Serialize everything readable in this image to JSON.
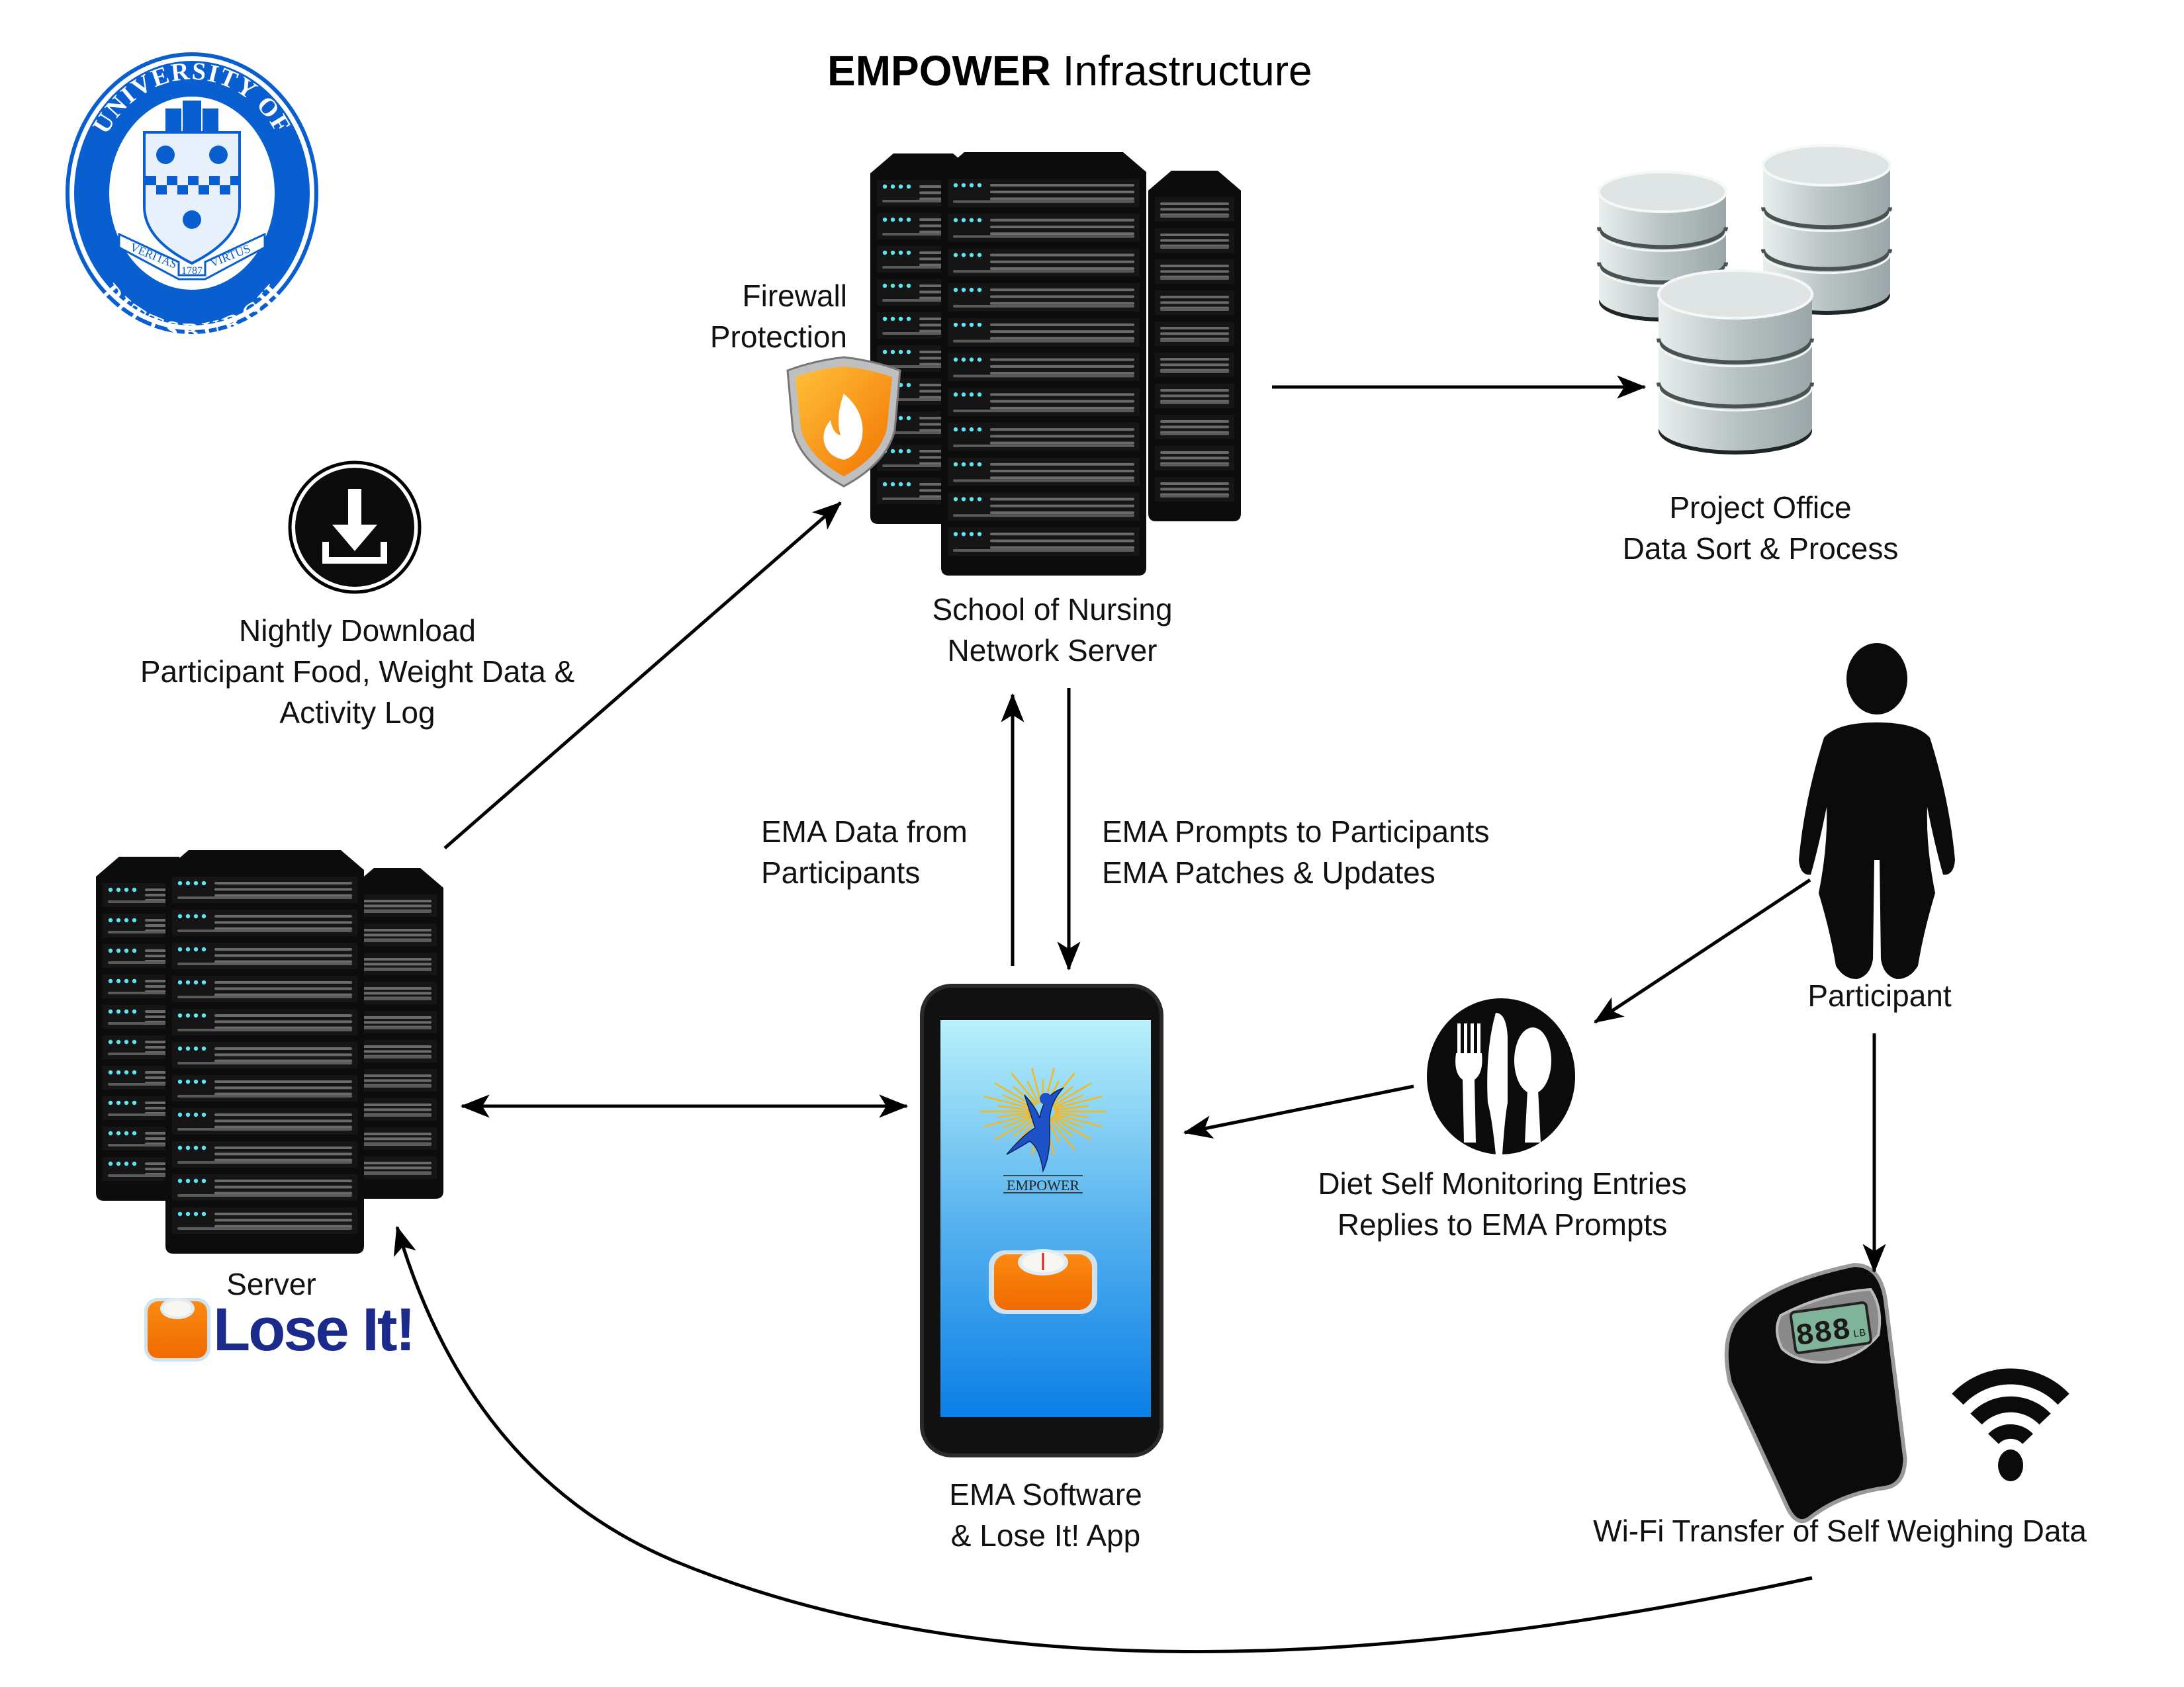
{
  "title": {
    "bold": "EMPOWER",
    "rest": "Infrastructure"
  },
  "logo": {
    "top_text": "UNIVERSITY OF",
    "bottom_text": "PITTSBURGH",
    "motto_left": "VERITAS",
    "motto_right": "VIRTUS",
    "year": "1787",
    "color": "#0a5fd0"
  },
  "nodes": {
    "firewall": {
      "lines": [
        "Firewall",
        "Protection"
      ]
    },
    "nursing_server": {
      "lines": [
        "School of Nursing",
        "Network Server"
      ]
    },
    "project_office": {
      "lines": [
        "Project Office",
        "Data Sort & Process"
      ]
    },
    "nightly_download": {
      "lines": [
        "Nightly Download",
        "Participant Food, Weight Data &",
        "Activity Log"
      ]
    },
    "loseit_server": {
      "label": "Server",
      "brand": "Lose It!"
    },
    "phone": {
      "app_name": "EMPOWER",
      "lines": [
        "EMA Software",
        "& Lose It! App"
      ]
    },
    "participant": {
      "label": "Participant"
    },
    "diet": {
      "lines": [
        "Diet Self Monitoring Entries",
        "Replies to EMA Prompts"
      ]
    },
    "scale": {
      "display": "888",
      "unit": "LB",
      "lines": [
        "Wi-Fi Transfer of Self Weighing Data"
      ]
    }
  },
  "edges": {
    "ema_up": {
      "lines": [
        "EMA Data from",
        "Participants"
      ]
    },
    "ema_down": {
      "lines": [
        "EMA Prompts to Participants",
        "EMA Patches & Updates"
      ]
    }
  },
  "colors": {
    "brand_orange": "#f57c0a",
    "brand_navy": "#1a2b8c",
    "led_cyan": "#5ee6f0",
    "lcd_green": "#7fb39a"
  }
}
